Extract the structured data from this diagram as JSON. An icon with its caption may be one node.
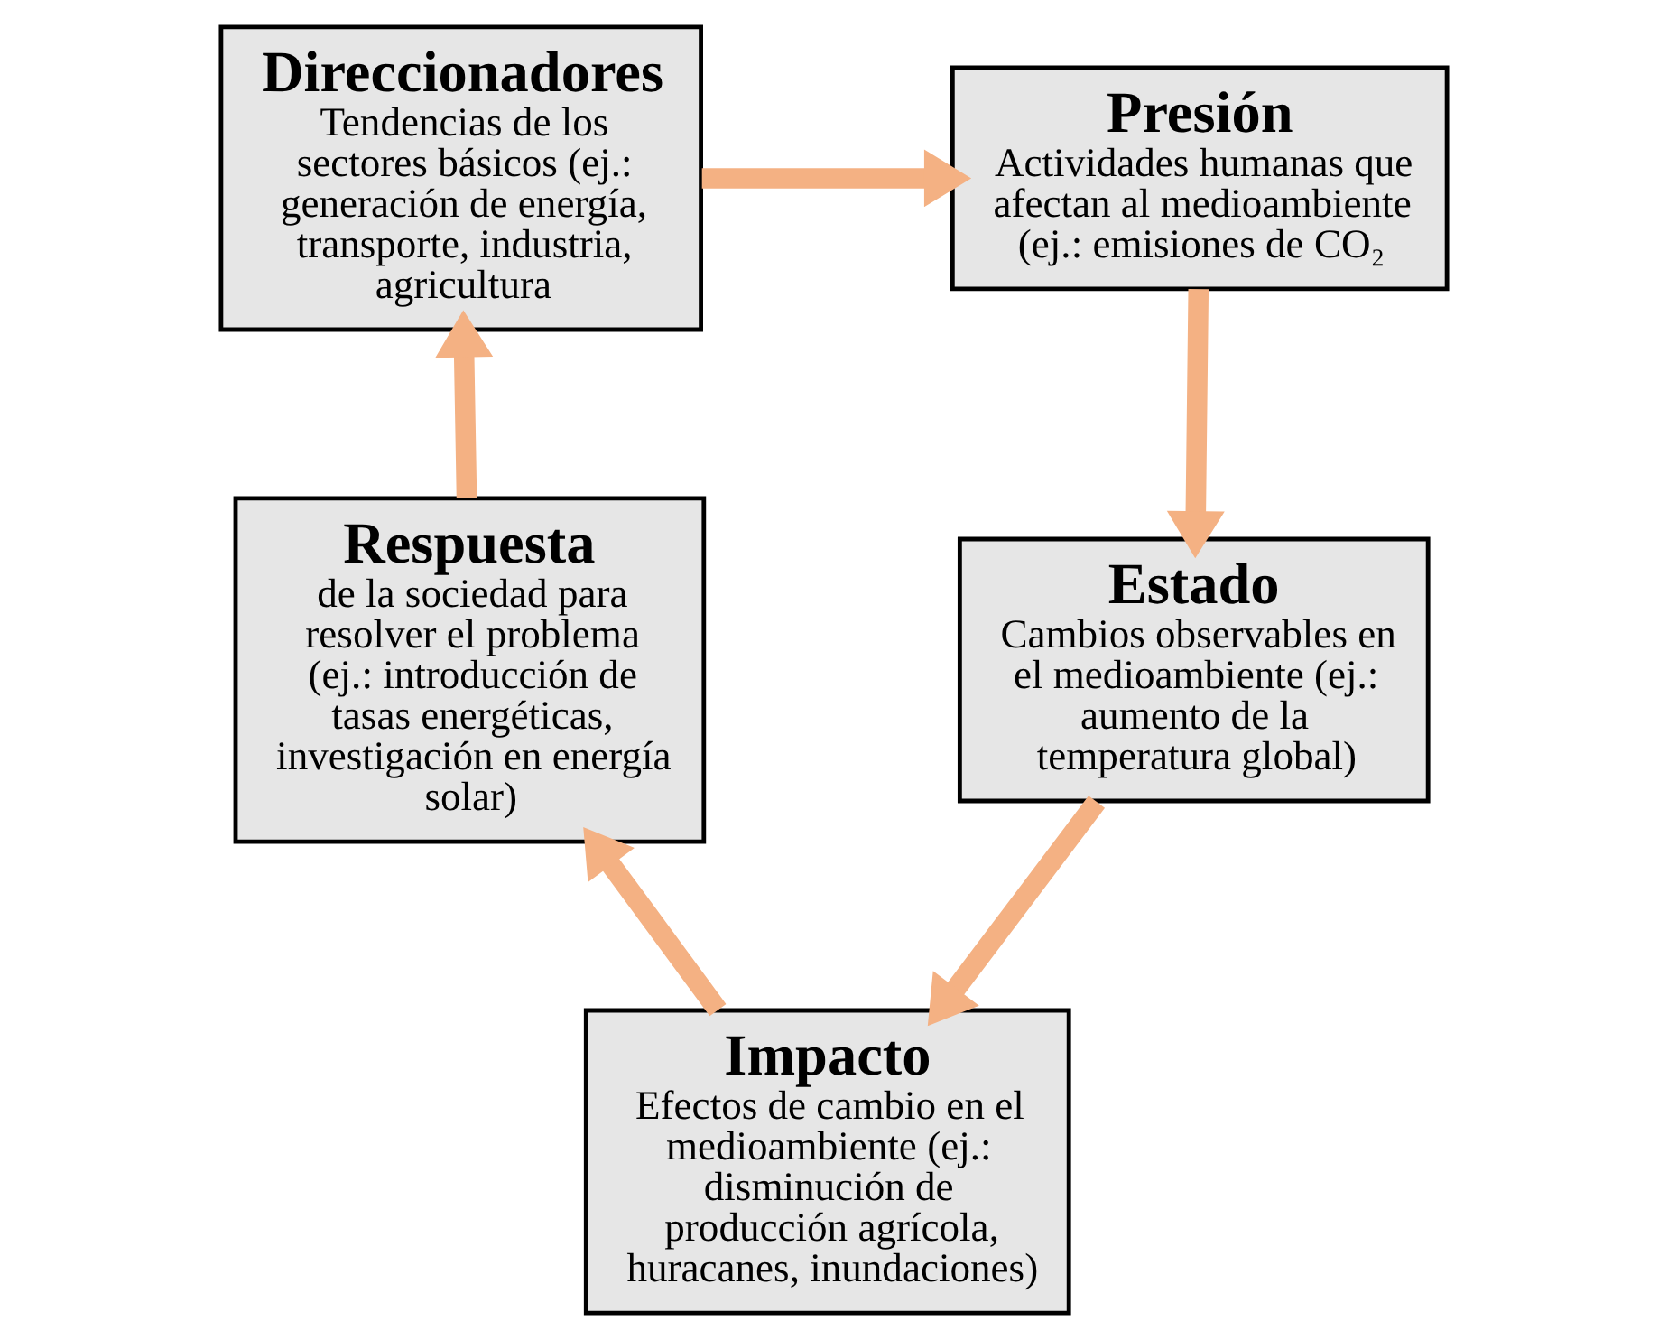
{
  "diagram": {
    "nodes": [
      {
        "text": [
          "Direccionadores",
          "Tendencias de los sectores básicos (ej.: generación de energía, transporte, industria, agricultura"
        ]
      },
      {
        "text": [
          "Presión",
          "Actividades humanas que afectan al medioambiente (ej.: emisiones de CO₂"
        ]
      },
      {
        "text": [
          "Estado",
          "Cambios observables en el medioambiente (ej.: aumento de la temperatura global)"
        ]
      },
      {
        "text": [
          "Impacto",
          "Efectos de cambio en el medioambiente (ej.: disminución de producción agrícola, huracanes, inundaciones)"
        ]
      },
      {
        "text": [
          "Respuesta",
          "de la sociedad para resolver el problema (ej.: introducción de tasas energéticas, investigación en energía solar)"
        ]
      }
    ],
    "edges": [
      {
        "from": 0,
        "to": 1,
        "arrow": "to"
      },
      {
        "from": 1,
        "to": 2,
        "arrow": "to"
      },
      {
        "from": 2,
        "to": 3,
        "arrow": "to"
      },
      {
        "from": 3,
        "to": 4,
        "arrow": "to"
      },
      {
        "from": 4,
        "to": 0,
        "arrow": "to"
      }
    ]
  }
}
